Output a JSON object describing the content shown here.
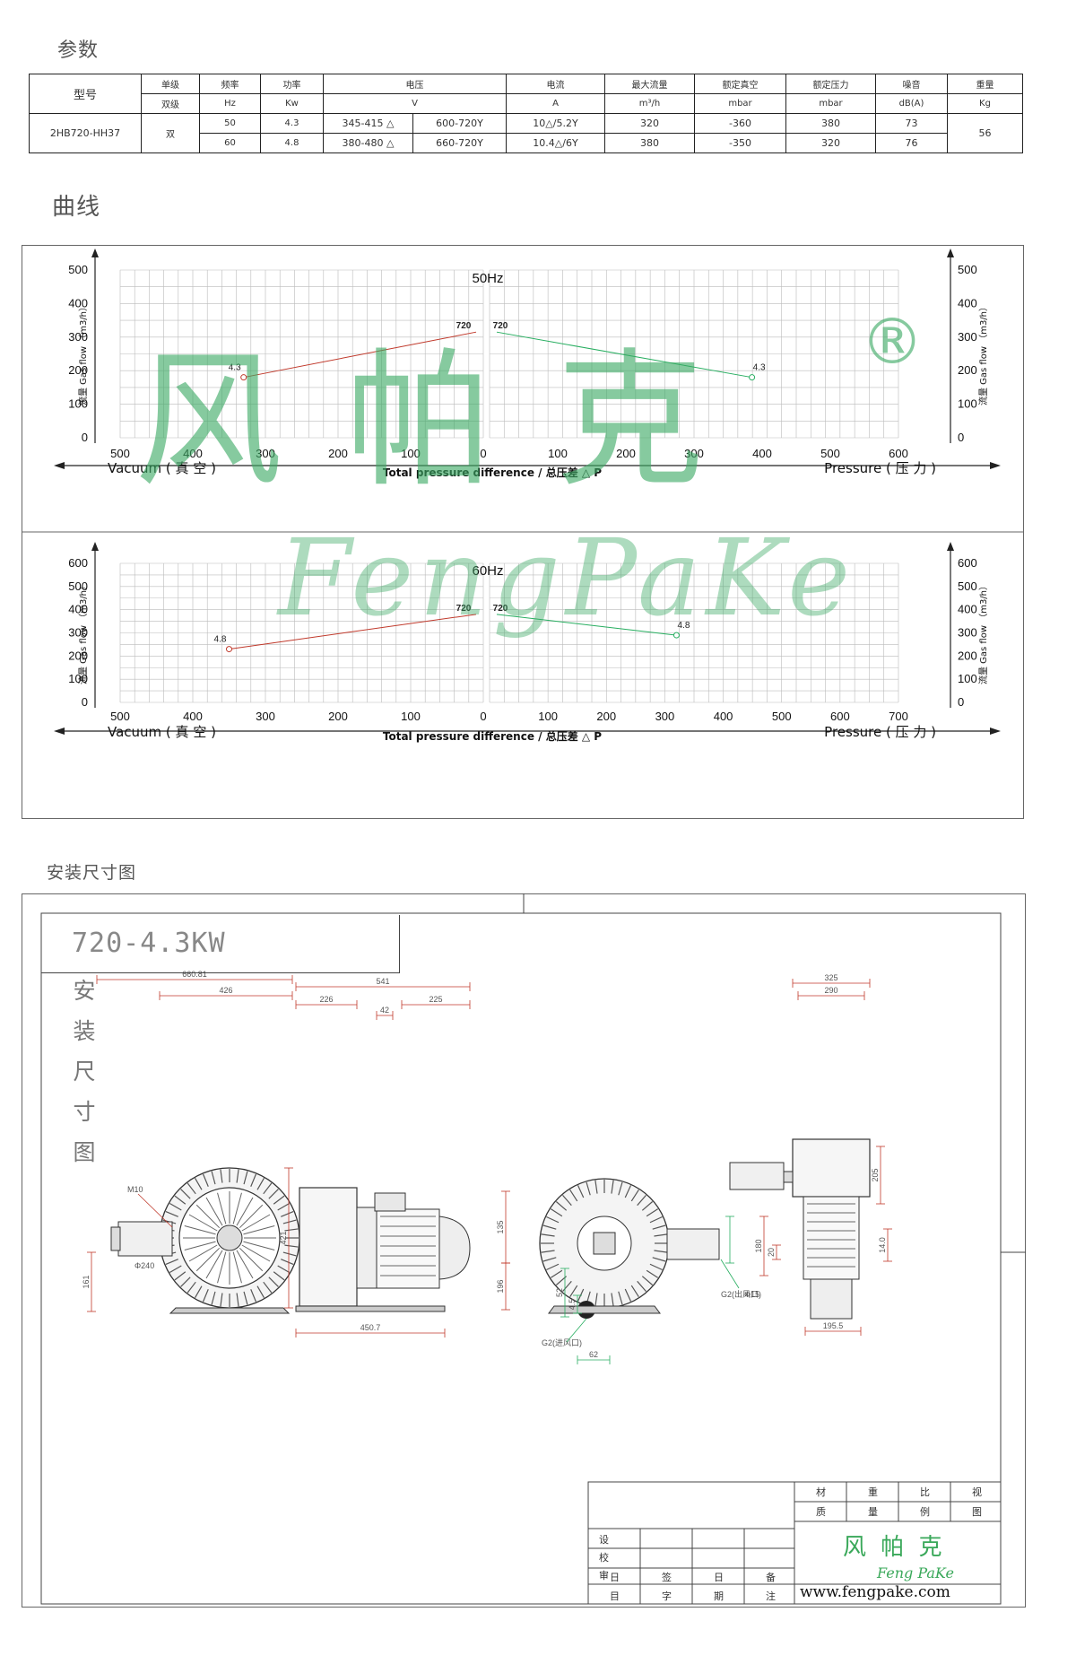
{
  "sections": {
    "params": "参数",
    "curve": "曲线",
    "install": "安装尺寸图"
  },
  "table": {
    "model_header": "型号",
    "headers_cn": [
      "单级",
      "频率",
      "功率",
      "电压",
      "电流",
      "最大流量",
      "额定真空",
      "额定压力",
      "噪音",
      "重量"
    ],
    "units": [
      "双级",
      "Hz",
      "Kw",
      "V",
      "A",
      "m³/h",
      "mbar",
      "mbar",
      "dB(A)",
      "Kg"
    ],
    "model": "2HB720-HH37",
    "stage": "双",
    "weight": "56",
    "rows": [
      {
        "hz": "50",
        "kw": "4.3",
        "v1": "345-415 △",
        "v2": "600-720Y",
        "a": "10△/5.2Y",
        "flow": "320",
        "vac": "-360",
        "pres": "380",
        "noise": "73"
      },
      {
        "hz": "60",
        "kw": "4.8",
        "v1": "380-480 △",
        "v2": "660-720Y",
        "a": "10.4△/6Y",
        "flow": "380",
        "vac": "-350",
        "pres": "320",
        "noise": "76"
      }
    ]
  },
  "chart_data": [
    {
      "type": "line",
      "title": "50Hz",
      "xlabel": "Total pressure difference / 总压差 △ P",
      "left_label": "Vacuum ( 真 空 )",
      "right_label": "Pressure ( 压 力 )",
      "ylabel": "流量 Gas flow （m3/h）",
      "vacuum_ticks": [
        "500",
        "400",
        "300",
        "200",
        "100",
        "0"
      ],
      "pressure_ticks": [
        "0",
        "100",
        "200",
        "300",
        "400",
        "500",
        "600"
      ],
      "y_ticks": [
        "0",
        "100",
        "200",
        "300",
        "400",
        "500"
      ],
      "vacuum_xlim": [
        0,
        500
      ],
      "pressure_xlim": [
        0,
        600
      ],
      "ylim": [
        0,
        500
      ],
      "series": [
        {
          "side": "vacuum",
          "x": [
            330,
            0
          ],
          "y": [
            180,
            315
          ],
          "labels": [
            "4.3",
            "720"
          ],
          "color": "#c0392b"
        },
        {
          "side": "pressure",
          "x": [
            0,
            385
          ],
          "y": [
            315,
            180
          ],
          "labels": [
            "720",
            "4.3"
          ],
          "color": "#27ae60"
        }
      ]
    },
    {
      "type": "line",
      "title": "60Hz",
      "xlabel": "Total pressure difference / 总压差 △ P",
      "left_label": "Vacuum ( 真 空 )",
      "right_label": "Pressure ( 压 力 )",
      "ylabel": "流量 Gas flow （m3/h）",
      "vacuum_ticks": [
        "500",
        "400",
        "300",
        "200",
        "100",
        "0"
      ],
      "pressure_ticks": [
        "0",
        "100",
        "200",
        "300",
        "400",
        "500",
        "600",
        "700"
      ],
      "y_ticks": [
        "0",
        "100",
        "200",
        "300",
        "400",
        "500",
        "600"
      ],
      "vacuum_xlim": [
        0,
        500
      ],
      "pressure_xlim": [
        0,
        700
      ],
      "ylim": [
        0,
        600
      ],
      "series": [
        {
          "side": "vacuum",
          "x": [
            350,
            0
          ],
          "y": [
            230,
            380
          ],
          "labels": [
            "4.8",
            "720"
          ],
          "color": "#c0392b"
        },
        {
          "side": "pressure",
          "x": [
            0,
            320
          ],
          "y": [
            380,
            290
          ],
          "labels": [
            "720",
            "4.8"
          ],
          "color": "#27ae60"
        }
      ]
    }
  ],
  "watermark": {
    "cn": "风帕克",
    "reg": "®",
    "en": "FengPaKe"
  },
  "drawing": {
    "model": "720-4.3KW",
    "vertical_title": [
      "安",
      "装",
      "尺",
      "寸",
      "图"
    ],
    "dims": {
      "front_width": "660.81",
      "front_inner": "426",
      "front_height": "421",
      "front_bottom": "161",
      "thread": "M10",
      "diam": "Φ240",
      "side_total": "541",
      "side_a": "226",
      "side_b": "42",
      "side_c": "225",
      "side_h1": "135",
      "side_h2": "196",
      "side_bottom": "450.7",
      "rear_52": "52",
      "rear_45": "4.5",
      "rear_g_in": "G2(进风口)",
      "rear_g_out": "G2(出风口)",
      "rear_62": "62",
      "top_325": "325",
      "top_290": "290",
      "top_205": "205",
      "top_140": "14.0",
      "top_180": "180",
      "top_20": "20",
      "top_phi": "Φ15",
      "top_195": "195.5"
    },
    "title_block": {
      "row1": [
        "材",
        "重",
        "比",
        "视"
      ],
      "row2": [
        "质",
        "量",
        "例",
        "图"
      ],
      "left_labels": [
        "设",
        "校",
        "审"
      ],
      "bottom": [
        "日",
        "签",
        "日",
        "备"
      ],
      "bottom2": [
        "目",
        "字",
        "期",
        "注"
      ],
      "logo_cn": "风 帕 克",
      "logo_en": "Feng PaKe",
      "url": "www.fengpake.com"
    }
  }
}
